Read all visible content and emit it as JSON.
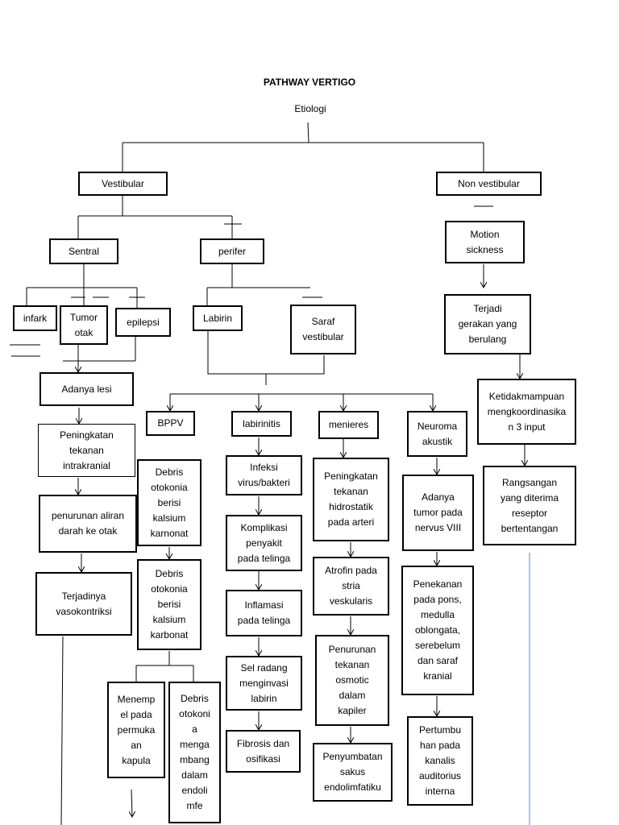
{
  "title": "PATHWAY VERTIGO",
  "root": "Etiologi",
  "nodes": {
    "vestibular": "Vestibular",
    "non_vestibular": "Non vestibular",
    "sentral": "Sentral",
    "perifer": "perifer",
    "motion_sickness": "Motion\nsickness",
    "infark": "infark",
    "tumor_otak": "Tumor\notak",
    "epilepsi": "epilepsi",
    "labirin": "Labirin",
    "saraf_vestibular": "Saraf\nvestibular",
    "terjadi_gerakan": "Terjadi\ngerakan yang\nberulang",
    "adanya_lesi": "Adanya lesi",
    "bppv": "BPPV",
    "labirinitis": "labirinitis",
    "menieres": "menieres",
    "neuroma": "Neuroma\nakustik",
    "ketidakmampuan": "Ketidakmampuan\nmengkoordinasika\nn 3 input",
    "peningkatan_tik": "Peningkatan\ntekanan\nintrakranial",
    "debris1": "Debris\notokonia\nberisi\nkalsium\nkarnonat",
    "infeksi": "Infeksi\nvirus/bakteri",
    "peningkatan_hidro": "Peningkatan\ntekanan\nhidrostatik\npada arteri",
    "adanya_tumor": "Adanya\ntumor pada\nnervus VIII",
    "rangsangan": "Rangsangan\nyang diterima\nreseptor\nbertentangan",
    "penurunan_aliran": "penurunan aliran\ndarah ke otak",
    "komplikasi": "Komplikasi\npenyakit\npada telinga",
    "debris2": "Debris\notokonia\nberisi\nkalsium\nkarbonat",
    "atrofin": "Atrofin pada\nstria\nveskularis",
    "penekanan": "Penekanan\npada pons,\nmedulla\noblongata,\nserebelum\ndan saraf\nkranial",
    "vasokontriksi": "Terjadinya\nvasokontriksi",
    "inflamasi": "Inflamasi\npada telinga",
    "penurunan_osmotic": "Penurunan\ntekanan\nosmotic\ndalam\nkapiler",
    "sel_radang": "Sel radang\nmenginvasi\nlabirin",
    "menempel": "Menemp\nel pada\npermuka\nan\nkapula",
    "debris_mengambang": "Debris\notokoni\na\nmenga\nmbang\ndalam\nendoli\nmfe",
    "fibrosis": "Fibrosis dan\nosifikasi",
    "penyumbatan": "Penyumbatan\nsakus\nendolimfatiku",
    "pertumbuhan": "Pertumbu\nhan pada\nkanalis\nauditorius\ninterna"
  }
}
